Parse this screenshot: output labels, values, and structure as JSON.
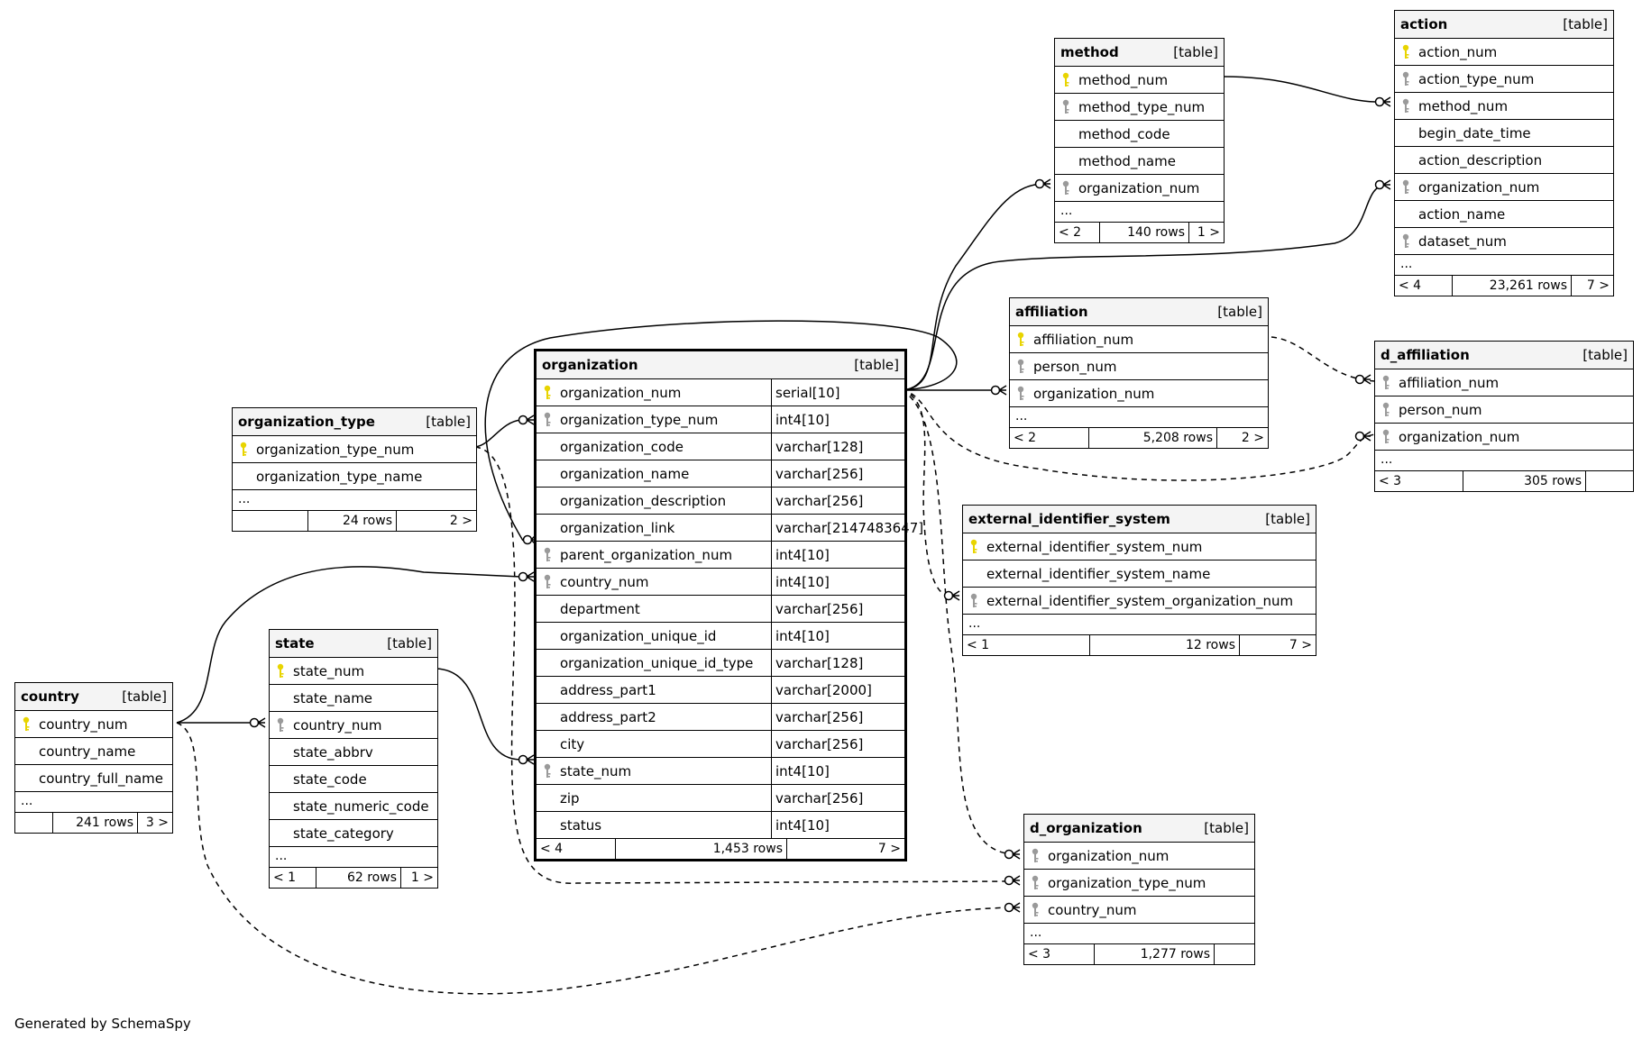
{
  "colors": {
    "primary_key": "#e8d400",
    "foreign_key": "#9a9a9a",
    "header_bg": "#f4f4f4"
  },
  "tables": {
    "organization_type": {
      "name": "organization_type",
      "kind": "[table]",
      "columns": [
        {
          "name": "organization_type_num",
          "key": "pk"
        },
        {
          "name": "organization_type_name"
        }
      ],
      "more": "...",
      "prev": "",
      "rows": "24 rows",
      "next": "2 >"
    },
    "organization": {
      "name": "organization",
      "kind": "[table]",
      "columns": [
        {
          "name": "organization_num",
          "type": "serial[10]",
          "key": "pk"
        },
        {
          "name": "organization_type_num",
          "type": "int4[10]",
          "key": "fk"
        },
        {
          "name": "organization_code",
          "type": "varchar[128]"
        },
        {
          "name": "organization_name",
          "type": "varchar[256]"
        },
        {
          "name": "organization_description",
          "type": "varchar[256]"
        },
        {
          "name": "organization_link",
          "type": "varchar[2147483647]"
        },
        {
          "name": "parent_organization_num",
          "type": "int4[10]",
          "key": "fk"
        },
        {
          "name": "country_num",
          "type": "int4[10]",
          "key": "fk"
        },
        {
          "name": "department",
          "type": "varchar[256]"
        },
        {
          "name": "organization_unique_id",
          "type": "int4[10]"
        },
        {
          "name": "organization_unique_id_type",
          "type": "varchar[128]"
        },
        {
          "name": "address_part1",
          "type": "varchar[2000]"
        },
        {
          "name": "address_part2",
          "type": "varchar[256]"
        },
        {
          "name": "city",
          "type": "varchar[256]"
        },
        {
          "name": "state_num",
          "type": "int4[10]",
          "key": "fk"
        },
        {
          "name": "zip",
          "type": "varchar[256]"
        },
        {
          "name": "status",
          "type": "int4[10]"
        }
      ],
      "prev": "< 4",
      "rows": "1,453 rows",
      "next": "7 >"
    },
    "country": {
      "name": "country",
      "kind": "[table]",
      "columns": [
        {
          "name": "country_num",
          "key": "pk"
        },
        {
          "name": "country_name"
        },
        {
          "name": "country_full_name"
        }
      ],
      "more": "...",
      "prev": "",
      "rows": "241 rows",
      "next": "3 >"
    },
    "state": {
      "name": "state",
      "kind": "[table]",
      "columns": [
        {
          "name": "state_num",
          "key": "pk"
        },
        {
          "name": "state_name"
        },
        {
          "name": "country_num",
          "key": "fk"
        },
        {
          "name": "state_abbrv"
        },
        {
          "name": "state_code"
        },
        {
          "name": "state_numeric_code"
        },
        {
          "name": "state_category"
        }
      ],
      "more": "...",
      "prev": "< 1",
      "rows": "62 rows",
      "next": "1 >"
    },
    "method": {
      "name": "method",
      "kind": "[table]",
      "columns": [
        {
          "name": "method_num",
          "key": "pk"
        },
        {
          "name": "method_type_num",
          "key": "fk"
        },
        {
          "name": "method_code"
        },
        {
          "name": "method_name"
        },
        {
          "name": "organization_num",
          "key": "fk"
        }
      ],
      "more": "...",
      "prev": "< 2",
      "rows": "140 rows",
      "next": "1 >"
    },
    "action": {
      "name": "action",
      "kind": "[table]",
      "columns": [
        {
          "name": "action_num",
          "key": "pk"
        },
        {
          "name": "action_type_num",
          "key": "fk"
        },
        {
          "name": "method_num",
          "key": "fk"
        },
        {
          "name": "begin_date_time"
        },
        {
          "name": "action_description"
        },
        {
          "name": "organization_num",
          "key": "fk"
        },
        {
          "name": "action_name"
        },
        {
          "name": "dataset_num",
          "key": "fk"
        }
      ],
      "more": "...",
      "prev": "< 4",
      "rows": "23,261 rows",
      "next": "7 >"
    },
    "affiliation": {
      "name": "affiliation",
      "kind": "[table]",
      "columns": [
        {
          "name": "affiliation_num",
          "key": "pk"
        },
        {
          "name": "person_num",
          "key": "fk"
        },
        {
          "name": "organization_num",
          "key": "fk"
        }
      ],
      "more": "...",
      "prev": "< 2",
      "rows": "5,208 rows",
      "next": "2 >"
    },
    "d_affiliation": {
      "name": "d_affiliation",
      "kind": "[table]",
      "columns": [
        {
          "name": "affiliation_num",
          "key": "fk"
        },
        {
          "name": "person_num",
          "key": "fk"
        },
        {
          "name": "organization_num",
          "key": "fk"
        }
      ],
      "more": "...",
      "prev": "< 3",
      "rows": "305 rows",
      "next": ""
    },
    "external_identifier_system": {
      "name": "external_identifier_system",
      "kind": "[table]",
      "columns": [
        {
          "name": "external_identifier_system_num",
          "key": "pk"
        },
        {
          "name": "external_identifier_system_name"
        },
        {
          "name": "external_identifier_system_organization_num",
          "key": "fk"
        }
      ],
      "more": "...",
      "prev": "< 1",
      "rows": "12 rows",
      "next": "7 >"
    },
    "d_organization": {
      "name": "d_organization",
      "kind": "[table]",
      "columns": [
        {
          "name": "organization_num",
          "key": "fk"
        },
        {
          "name": "organization_type_num",
          "key": "fk"
        },
        {
          "name": "country_num",
          "key": "fk"
        }
      ],
      "more": "...",
      "prev": "< 3",
      "rows": "1,277 rows",
      "next": ""
    }
  },
  "footer": "Generated by SchemaSpy"
}
